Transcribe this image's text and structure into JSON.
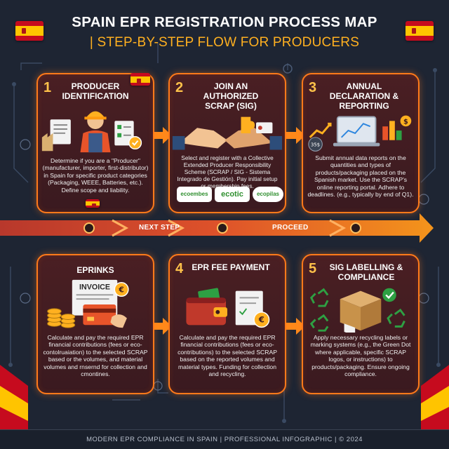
{
  "header": {
    "title": "SPAIN EPR REGISTRATION PROCESS MAP",
    "subtitle": "| STEP-BY-STEP FLOW FOR PRODUCERS"
  },
  "flow": {
    "label_left": "NEXT STEP",
    "label_right": "PROCEED"
  },
  "steps": [
    {
      "number": "1",
      "title": "PRODUCER IDENTIFICATION",
      "description": "Determine if you are a \"Producer\" (manufacturer, importer, first-distributor) in Spain for specific product categories (Packaging, WEEE, Batteries, etc.). Define scope and liability."
    },
    {
      "number": "2",
      "title": "JOIN AN AUTHORIZED SCRAP (SIG)",
      "description": "Select and register with a Collective Extended Producer Responsibility Scheme (SCRAP / SIG - Sistema Integrado de Gestión). Pay initial setup or membership fees.",
      "logos": [
        "ecoembes",
        "ecotic",
        "ecopilas"
      ]
    },
    {
      "number": "3",
      "title": "ANNUAL DECLARATION & REPORTING",
      "description": "Submit annual data reports on the quantities and types of products/packaging placed on the Spanish market. Use the SCRAP's online reporting portal. Adhere to deadlines. (e.g., typically by end of Q1).",
      "invoice_chip": "35$"
    },
    {
      "number": "",
      "title": "EPRINKS",
      "description": "Calculate and pay the required EPR financial contributions (fees or eco-contolruaiation) to the selected SCRAP based or the volumes, and material volumes and rnsernd for collection and cmontines.",
      "invoice_label": "INVOICE"
    },
    {
      "number": "4",
      "title": "EPR FEE PAYMENT",
      "description": "Calculate and pay the required EPR financial contributions (fees or eco-contributions) to the selected SCRAP based on the reported volumes and material types. Funding for collection and recycling."
    },
    {
      "number": "5",
      "title": "SIG LABELLING & COMPLIANCE",
      "description": "Apply necessary recycling labels or marking systems (e.g., the Green Dot where applicable, specific SCRAP logos, or instructions) to products/packaging. Ensure ongoing compliance."
    }
  ],
  "footer": {
    "text": "MODERN EPR COMPLIANCE IN SPAIN | PROFESSIONAL INFOGRAPHIC | © 2024"
  },
  "colors": {
    "background": "#1e2533",
    "accent": "#ff7a1a",
    "title_accent": "#ffb020",
    "card_fill": "#3f1c21",
    "spain_red": "#c60b1e",
    "spain_yellow": "#ffc400"
  },
  "icons": [
    "worker-icon",
    "factory-icon",
    "document-icon",
    "checklist-icon",
    "handshake-icon",
    "puzzle-icon",
    "laptop-chart-icon",
    "invoice-icon",
    "coins-icon",
    "credit-card-icon",
    "wallet-icon",
    "euro-icon",
    "box-icon",
    "recycle-icon",
    "check-icon",
    "spain-flag-icon"
  ]
}
